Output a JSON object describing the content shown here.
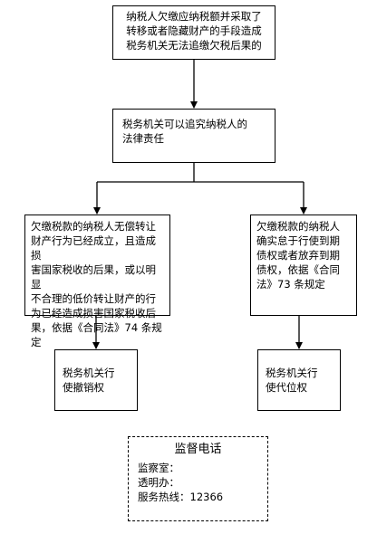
{
  "nodes": {
    "evasion": "纳税人欠缴应纳税额并采取了\n转移或者隐藏财产的手段造成\n税务机关无法追缴欠税后果的",
    "liability": "税务机关可以追究纳税人的\n法律责任",
    "transfer": "欠缴税款的纳税人无偿转让\n财产行为已经成立，且造成损\n害国家税收的后果，或以明显\n不合理的低价转让财产的行\n为已经造成损害国家税收后\n果，依据《合同法》74 条规定",
    "neglect": "欠缴税款的纳税人\n确实怠于行使到期\n债权或者放弃到期\n债权，依据《合同\n法》73 条规定",
    "revocation": "税务机关行\n使撤销权",
    "subrogation": "税务机关行\n使代位权"
  },
  "supervision": {
    "title": "监督电话",
    "office": "监察室：",
    "transparency": "透明办：",
    "hotline": "服务热线：12366"
  }
}
